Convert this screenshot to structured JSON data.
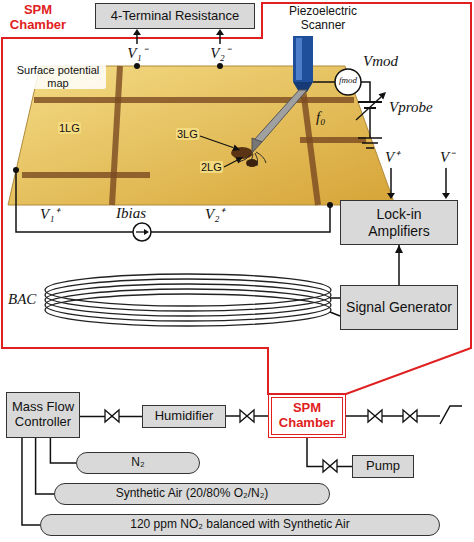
{
  "diagram": {
    "nodes": [
      {
        "text": [
          "4-Terminal Resistance"
        ]
      },
      {
        "text": [
          "Lock-in Amplifiers"
        ]
      },
      {
        "text": [
          "Signal Generator"
        ]
      },
      {
        "text": [
          "Mass Flow Controller"
        ]
      },
      {
        "text": [
          "Humidifier"
        ]
      },
      {
        "text": [
          "SPM Chamber"
        ]
      },
      {
        "text": [
          "Pump"
        ]
      },
      {
        "text": [
          "N₂"
        ]
      },
      {
        "text": [
          "Synthetic Air (20/80% O₂/N₂)"
        ]
      },
      {
        "text": [
          "120 ppm NO₂ balanced with Synthetic Air"
        ]
      }
    ],
    "edges": [
      {
        "from": 3,
        "to": 4,
        "arrow": "none"
      },
      {
        "from": 4,
        "to": 5,
        "arrow": "none"
      },
      {
        "from": 5,
        "to": 6,
        "arrow": "none"
      },
      {
        "from": 2,
        "to": 1,
        "arrow": "to"
      },
      {
        "from": 3,
        "to": 7,
        "arrow": "none"
      },
      {
        "from": 3,
        "to": 8,
        "arrow": "none"
      },
      {
        "from": 3,
        "to": 9,
        "arrow": "none"
      }
    ],
    "labels": [
      "SPM Chamber",
      "Piezoelectric Scanner",
      "V₁⁻",
      "V₂⁻",
      "Surface potential map",
      "1LG",
      "2LG",
      "3LG",
      "f₀",
      "fmod",
      "Vmod",
      "Vprobe",
      "V₁⁺",
      "Ibias",
      "V₂⁺",
      "V⁺",
      "V⁻",
      "BAC"
    ]
  }
}
